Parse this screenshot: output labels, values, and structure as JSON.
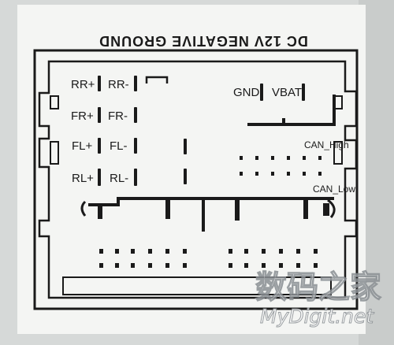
{
  "label": {
    "header_text": "DC 12V NEGATIVE GROUND",
    "pin_labels": {
      "rr_plus": "RR+",
      "rr_minus": "RR-",
      "fr_plus": "FR+",
      "fr_minus": "FR-",
      "fl_plus": "FL+",
      "fl_minus": "FL-",
      "rl_plus": "RL+",
      "rl_minus": "RL-",
      "gnd": "GND",
      "vbat": "VBAT",
      "can_high": "CAN_High",
      "can_low": "CAN_Low"
    }
  },
  "watermark": {
    "text_cn": "数码之家",
    "text_en": "MyDigit.net"
  },
  "colors": {
    "paper": "#f4f5f3",
    "background": "#d9dcdb",
    "ink": "#1a1a1a"
  }
}
